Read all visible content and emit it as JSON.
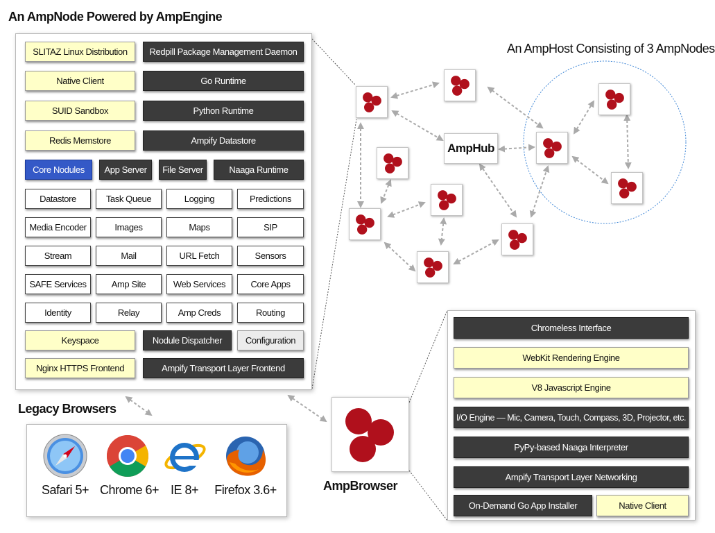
{
  "titles": {
    "ampnode": "An AmpNode Powered by AmpEngine",
    "amphost": "An AmpHost Consisting of 3 AmpNodes",
    "legacy": "Legacy Browsers",
    "ampbrowser": "AmpBrowser",
    "amphub": "AmpHub"
  },
  "engine": {
    "rows": [
      [
        "SLITAZ Linux Distribution",
        "Redpill Package Management Daemon"
      ],
      [
        "Native Client",
        "Go Runtime"
      ],
      [
        "SUID Sandbox",
        "Python Runtime"
      ],
      [
        "Redis Memstore",
        "Ampify Datastore"
      ],
      [
        "Core Nodules",
        "App Server",
        "File Server",
        "Naaga Runtime"
      ],
      [
        "Datastore",
        "Task Queue",
        "Logging",
        "Predictions"
      ],
      [
        "Media Encoder",
        "Images",
        "Maps",
        "SIP"
      ],
      [
        "Stream",
        "Mail",
        "URL Fetch",
        "Sensors"
      ],
      [
        "SAFE Services",
        "Amp Site",
        "Web Services",
        "Core Apps"
      ],
      [
        "Identity",
        "Relay",
        "Amp Creds",
        "Routing"
      ],
      [
        "Keyspace",
        "Nodule Dispatcher",
        "Configuration"
      ],
      [
        "Nginx HTTPS Frontend",
        "Ampify Transport Layer Frontend"
      ]
    ]
  },
  "browser_stack": [
    "Chromeless Interface",
    "WebKit Rendering Engine",
    "V8 Javascript Engine",
    "I/O Engine — Mic, Camera, Touch, Compass, 3D, Projector, etc.",
    "PyPy-based Naaga Interpreter",
    "Ampify Transport Layer Networking",
    "On-Demand Go App Installer",
    "Native Client"
  ],
  "legacy_browsers": [
    "Safari 5+",
    "Chrome 6+",
    "IE 8+",
    "Firefox 3.6+"
  ],
  "colors": {
    "yellow": "#ffffc8",
    "dark": "#3b3b3b",
    "blue": "#3459c7",
    "node_red": "#b0101c",
    "arrow": "#aaaaaa",
    "circle": "#3e86d6"
  }
}
